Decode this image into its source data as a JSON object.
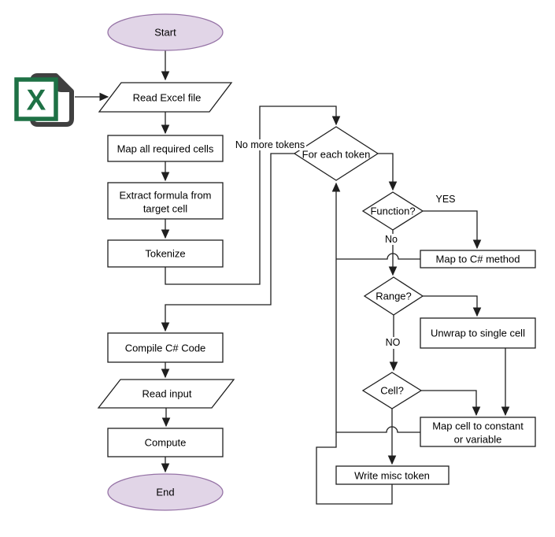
{
  "diagram": {
    "type": "flowchart",
    "colors": {
      "terminal_fill": "#E1D5E7",
      "terminal_stroke": "#9673A6",
      "shape_fill": "#FFFFFF",
      "shape_stroke": "#1F1F1F",
      "line": "#1F1F1F",
      "excel_green": "#1E7145",
      "document_gray": "#404040"
    },
    "nodes": {
      "start": {
        "label": "Start",
        "shape": "terminal"
      },
      "read_excel": {
        "label": "Read Excel file",
        "shape": "parallelogram"
      },
      "map_cells": {
        "label": "Map all required cells",
        "shape": "process"
      },
      "extract": {
        "line1": "Extract formula from",
        "line2": "target cell",
        "shape": "process"
      },
      "tokenize": {
        "label": "Tokenize",
        "shape": "process"
      },
      "compile": {
        "label": "Compile C# Code",
        "shape": "process"
      },
      "read_input": {
        "label": "Read input",
        "shape": "parallelogram"
      },
      "compute": {
        "label": "Compute",
        "shape": "process"
      },
      "end": {
        "label": "End",
        "shape": "terminal"
      },
      "for_each": {
        "label": "For each token",
        "shape": "decision"
      },
      "function": {
        "label": "Function?",
        "shape": "decision"
      },
      "map_method": {
        "label": "Map to C# method",
        "shape": "process"
      },
      "range": {
        "label": "Range?",
        "shape": "decision"
      },
      "unwrap": {
        "label": "Unwrap to single cell",
        "shape": "process"
      },
      "cell": {
        "label": "Cell?",
        "shape": "decision"
      },
      "map_cell": {
        "line1": "Map cell to constant",
        "line2": "or variable",
        "shape": "process"
      },
      "write_misc": {
        "label": "Write misc token",
        "shape": "process"
      }
    },
    "edge_labels": {
      "no_more_tokens": "No more tokens",
      "function_yes": "YES",
      "function_no": "No",
      "range_no": "NO"
    },
    "icons": {
      "excel_file": {
        "letter": "X"
      }
    }
  }
}
